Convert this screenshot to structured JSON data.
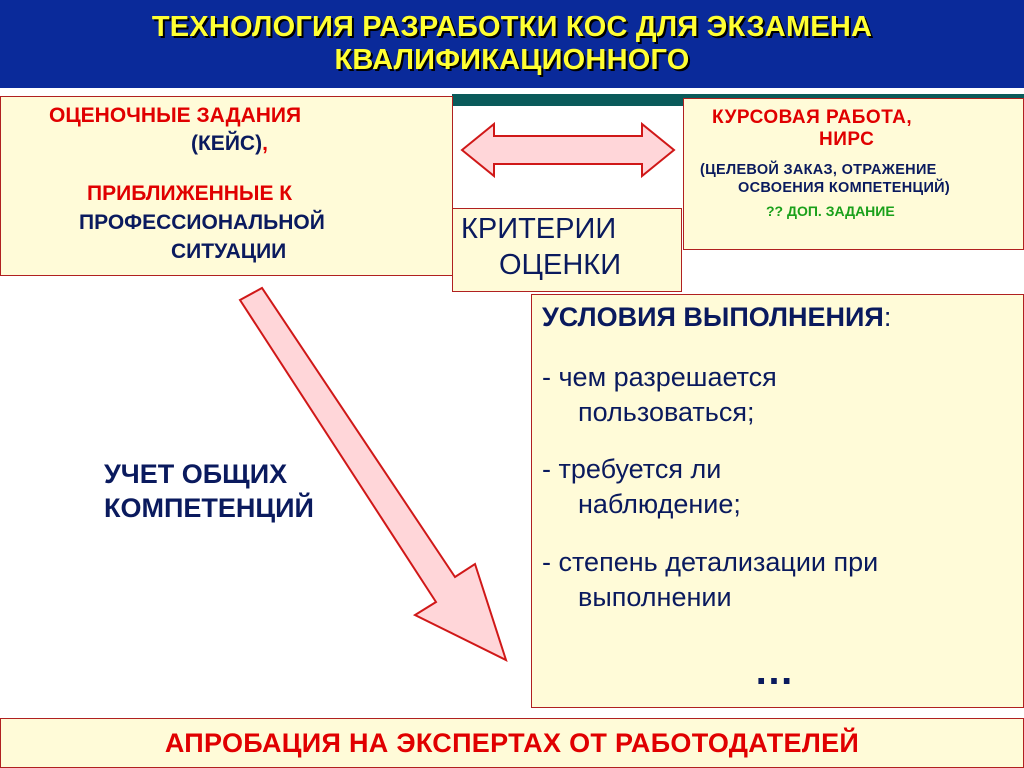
{
  "header": {
    "line1": "ТЕХНОЛОГИЯ РАЗРАБОТКИ КОС ДЛЯ ЭКЗАМЕНА",
    "line2": "КВАЛИФИКАЦИОННОГО"
  },
  "tasks": {
    "line1": "ОЦЕНОЧНЫЕ ЗАДАНИЯ",
    "line2": "(КЕЙС)",
    "line2_comma": ",",
    "line3": "ПРИБЛИЖЕННЫЕ К",
    "line4": "ПРОФЕССИОНАЛЬНОЙ",
    "line5": "СИТУАЦИИ"
  },
  "coursework": {
    "title1": "КУРСОВАЯ РАБОТА,",
    "title2": "НИРС",
    "sub1": "(ЦЕЛЕВОЙ ЗАКАЗ, ОТРАЖЕНИЕ",
    "sub2": "ОСВОЕНИЯ КОМПЕТЕНЦИЙ)",
    "extra": "?? ДОП. ЗАДАНИЕ"
  },
  "criteria": {
    "line1": "КРИТЕРИИ",
    "line2": "ОЦЕНКИ"
  },
  "conditions": {
    "heading": "УСЛОВИЯ ВЫПОЛНЕНИЯ",
    "heading_colon": ":",
    "item1_a": "- чем разрешается",
    "item1_b": "пользоваться;",
    "item2_a": "- требуется ли",
    "item2_b": "наблюдение;",
    "item3_a": "- степень детализации при",
    "item3_b": "выполнении",
    "ellipsis": "…"
  },
  "general_competencies": {
    "line1": "УЧЕТ ОБЩИХ",
    "line2": "КОМПЕТЕНЦИЙ"
  },
  "approbation": "АПРОБАЦИЯ НА ЭКСПЕРТАХ ОТ РАБОТОДАТЕЛЕЙ",
  "colors": {
    "header_bg": "#0a2a9a",
    "header_text": "#ffff33",
    "accent_red": "#e00000",
    "dark_blue_text": "#0a1a5e",
    "box_bg": "#fffbd8",
    "arrow_fill": "#ffd6d9",
    "arrow_stroke": "#d01818",
    "green_text": "#1aa01a"
  }
}
